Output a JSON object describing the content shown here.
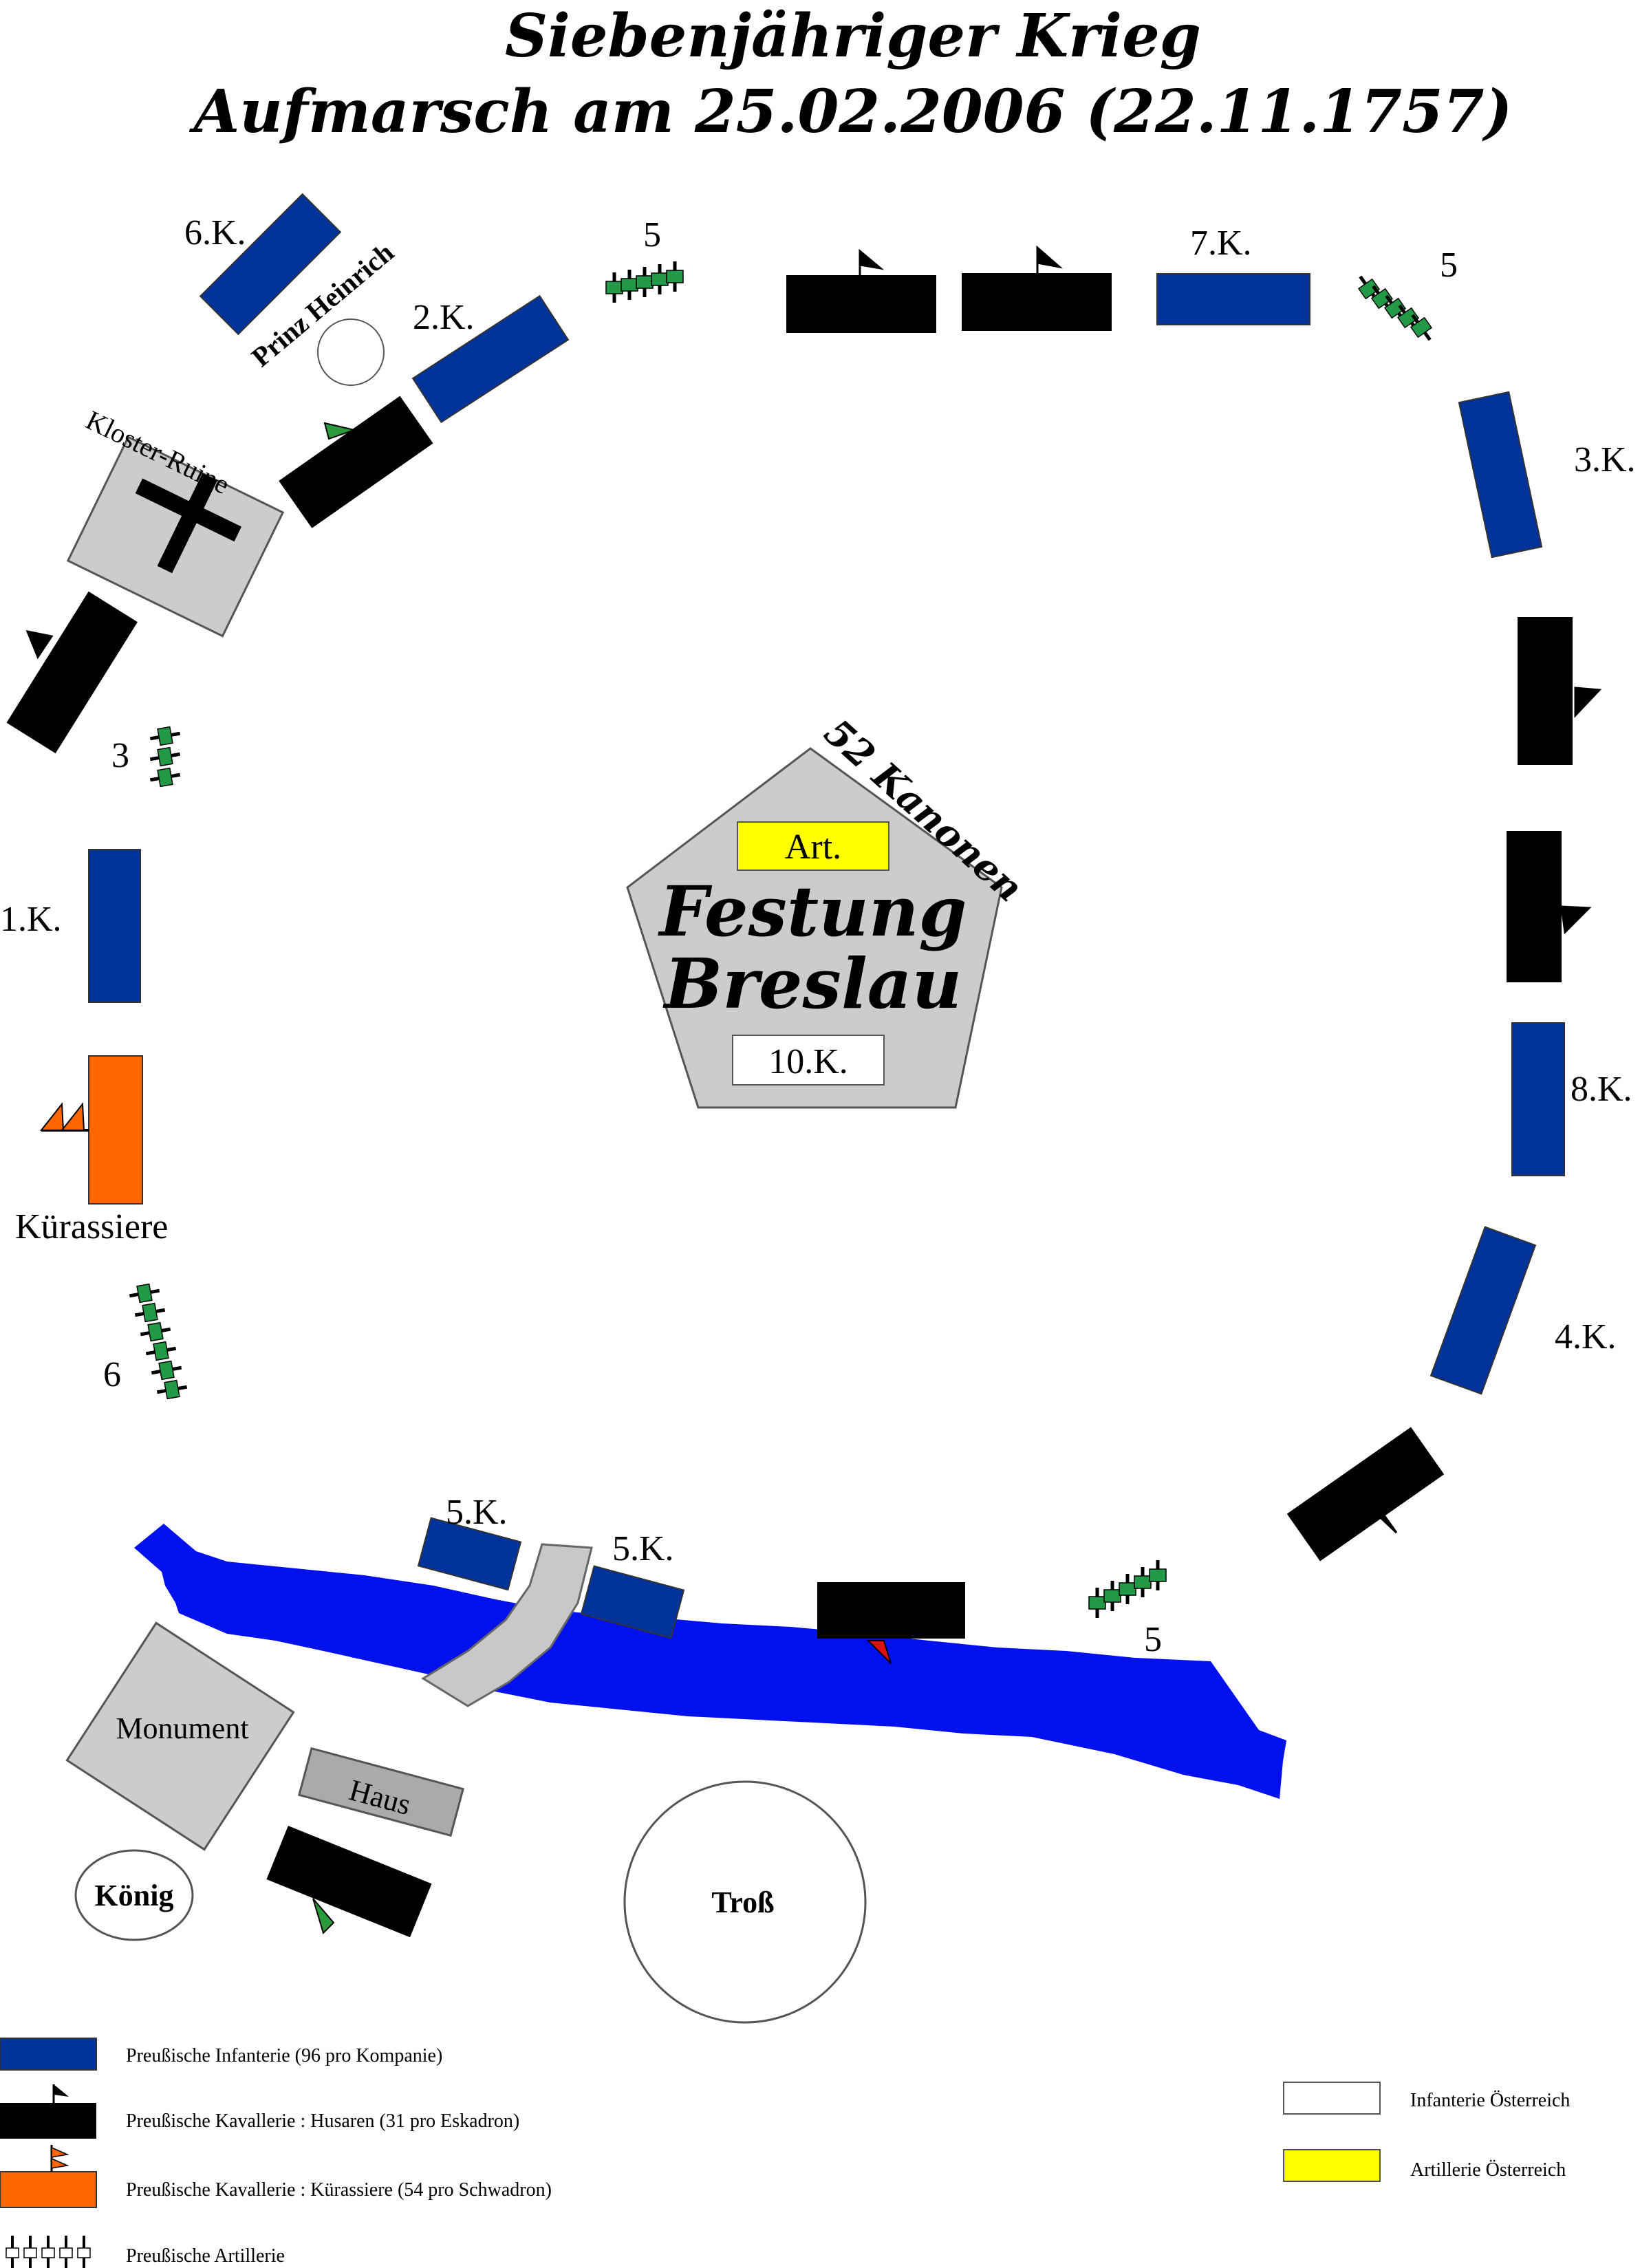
{
  "title": {
    "line1": "Siebenjähriger Krieg",
    "line2": "Aufmarsch am 25.02.2006 (22.11.1757)"
  },
  "colors": {
    "infantry_prussia": "#003399",
    "hussars": "#000000",
    "cuirassiers": "#ff6600",
    "artillery_green": "#229944",
    "river": "#0011ee",
    "bridge": "#c8c8c8",
    "building": "#cccccc",
    "artillery_austria": "#ffff00",
    "flag_green": "#2a9a3a",
    "flag_red": "#dd1111",
    "flag_orange": "#ff6600"
  },
  "fortress": {
    "name_line1": "Festung",
    "name_line2": "Breslau",
    "artillery_label": "Art.",
    "company_label": "10.K.",
    "cannons_label": "52 Kanonen"
  },
  "companies": {
    "k1": "1.K.",
    "k2": "2.K.",
    "k3": "3.K.",
    "k4": "4.K.",
    "k5a": "5.K.",
    "k5b": "5.K.",
    "k6": "6.K.",
    "k7": "7.K.",
    "k8": "8.K."
  },
  "artillery_counts": {
    "top": "5",
    "top_right": "5",
    "left": "3",
    "bottom_left": "6",
    "bottom_right": "5"
  },
  "places": {
    "kloster": "Kloster-Ruine",
    "prinz": "Prinz Heinrich",
    "kurassiere": "Kürassiere",
    "monument": "Monument",
    "haus": "Haus",
    "koenig": "König",
    "tross": "Troß"
  },
  "legend": {
    "items": [
      "Preußische Infanterie (96 pro Kompanie)",
      "Preußische Kavallerie : Husaren (31 pro Eskadron)",
      "Preußische Kavallerie : Kürassiere  (54 pro Schwadron)",
      "Preußische Artillerie"
    ],
    "austria": [
      "Infanterie Österreich",
      "Artillerie Österreich"
    ]
  }
}
